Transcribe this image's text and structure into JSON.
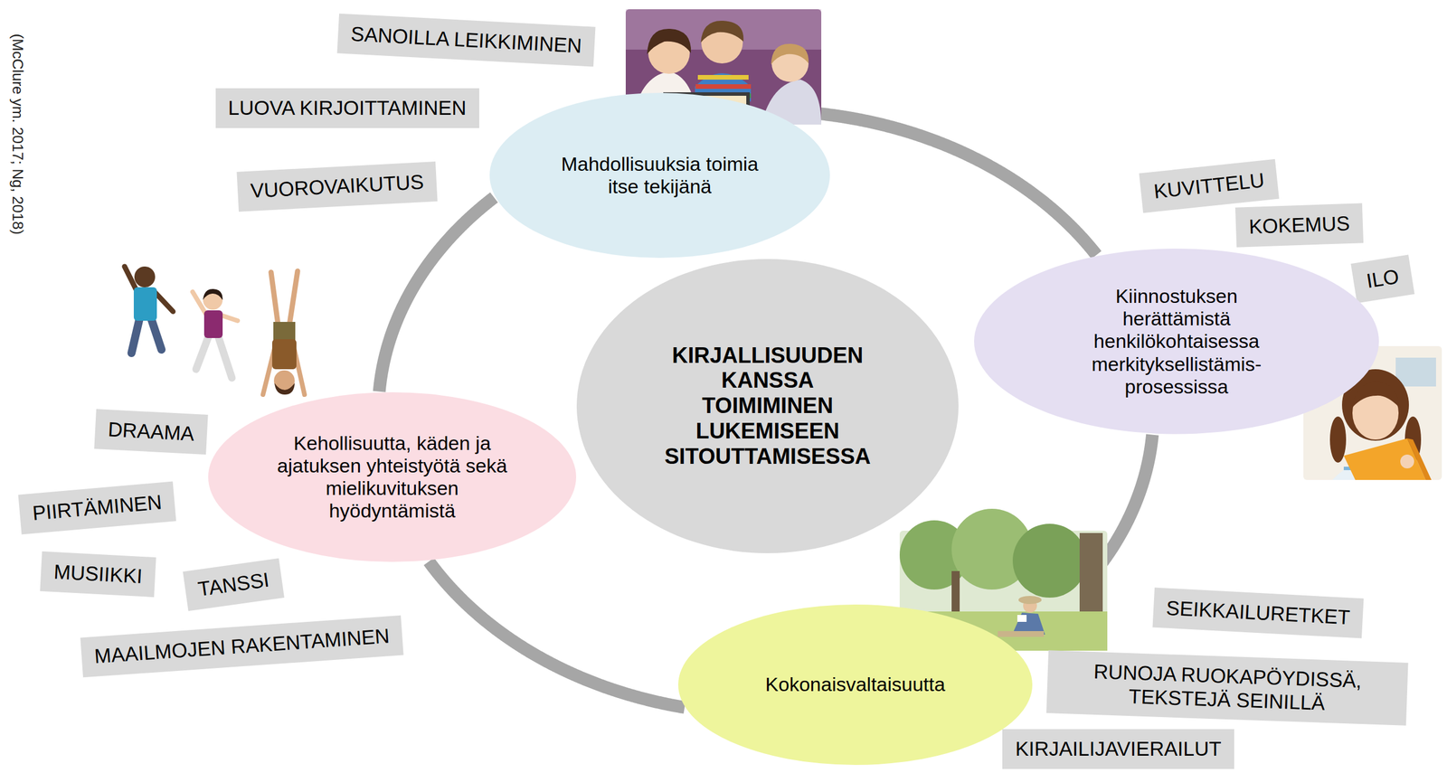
{
  "diagram": {
    "nodes": [
      {
        "text": [
          "SANOILLA LEIKKIMINEN"
        ]
      },
      {
        "text": [
          "LUOVA KIRJOITTAMINEN"
        ]
      },
      {
        "text": [
          "VUOROVAIKUTUS"
        ]
      },
      {
        "text": [
          "Mahdollisuuksia toimia itse tekijänä"
        ]
      },
      {
        "text": [
          "KUVITTELU"
        ]
      },
      {
        "text": [
          "KOKEMUS"
        ]
      },
      {
        "text": [
          "ILO"
        ]
      },
      {
        "text": [
          "Kiinnostuksen herättämistä henkilökohtaisessa merkityksellistämis- prosessissa"
        ]
      },
      {
        "text": [
          "KIRJALLISUUDEN KANSSA TOIMIMINEN LUKEMISEEN SITOUTTAMISESSA"
        ]
      },
      {
        "text": [
          "DRAAMA"
        ]
      },
      {
        "text": [
          "Kehollisuutta, käden ja ajatuksen yhteistyötä sekä mielikuvituksen hyödyntämistä"
        ]
      },
      {
        "text": [
          "PIIRTÄMINEN"
        ]
      },
      {
        "text": [
          "MUSIIKKI"
        ]
      },
      {
        "text": [
          "TANSSI"
        ]
      },
      {
        "text": [
          "SEIKKAILURETKET"
        ]
      },
      {
        "text": [
          "MAAILMOJEN RAKENTAMINEN"
        ]
      },
      {
        "text": [
          "Kokonaisvaltaisuutta"
        ]
      },
      {
        "text": [
          "RUNOJA RUOKAPÖYDISSÄ, TEKSTEJÄ SEINILLÄ"
        ]
      },
      {
        "text": [
          "KIRJAILIJAVIERAILUT"
        ]
      }
    ],
    "edges": [
      {
        "from": 3,
        "to": 7,
        "arrow": "none"
      },
      {
        "from": 7,
        "to": 16,
        "arrow": "none"
      },
      {
        "from": 16,
        "to": 10,
        "arrow": "none"
      },
      {
        "from": 10,
        "to": 3,
        "arrow": "none"
      }
    ],
    "labels": [
      "(McClure ym. 2017; Ng, 2018)"
    ]
  }
}
